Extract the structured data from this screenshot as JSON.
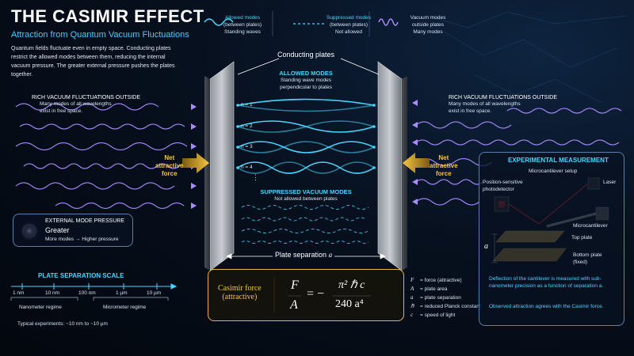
{
  "title": "THE CASIMIR EFFECT",
  "subtitle": "Attraction from Quantum Vacuum Fluctuations",
  "intro": "Quantum fields fluctuate even in empty space. Conducting plates restrict the allowed modes between them, reducing the internal vacuum pressure. The greater external pressure pushes the plates together.",
  "legend": {
    "allowed": {
      "label": "Allowed modes",
      "sub1": "(between plates)",
      "sub2": "Standing waves"
    },
    "suppressed": {
      "label": "Suppressed modes",
      "sub1": "(between plates)",
      "sub2": "Not allowed"
    },
    "vacuum": {
      "label": "Vacuum modes",
      "sub1": "outside plates",
      "sub2": "Many modes"
    }
  },
  "plates_label": "Conducting plates",
  "allowed_modes": {
    "title": "ALLOWED MODES",
    "desc1": "Standing wave modes",
    "desc2": "perpendicular to plates",
    "modes": [
      "n = 1",
      "n = 2",
      "n = 3",
      "n = 4",
      "⋮"
    ]
  },
  "suppressed_modes": {
    "title": "SUPPRESSED VACUUM MODES",
    "desc": "Not allowed between plates"
  },
  "left_outside": {
    "title": "RICH VACUUM FLUCTUATIONS OUTSIDE",
    "desc1": "Many modes of all wavelengths",
    "desc2": "exist in free space."
  },
  "right_outside": {
    "title": "RICH VACUUM FLUCTUATIONS OUTSIDE",
    "desc1": "Many modes of all wavelengths",
    "desc2": "exist in free space."
  },
  "net_force": {
    "line1": "Net",
    "line2": "attractive",
    "line3": "force"
  },
  "pressure": {
    "title": "EXTERNAL MODE PRESSURE",
    "value": "Greater",
    "desc": "More modes → Higher pressure"
  },
  "separation": {
    "label": "Plate separation",
    "symbol": "a"
  },
  "scale": {
    "title": "PLATE SEPARATION SCALE",
    "ticks": [
      "1 nm",
      "10 nm",
      "100 nm",
      "1 µm",
      "10 µm"
    ],
    "regime1": "Nanometer regime",
    "regime2": "Micrometer regime",
    "typical": "Typical experiments: ~10 nm to ~10 µm"
  },
  "formula": {
    "label1": "Casimir force",
    "label2": "(attractive)",
    "lhs_num": "F",
    "lhs_den": "A",
    "eq": "= −",
    "rhs_num": "π² ℏ c",
    "rhs_den": "240 a⁴"
  },
  "symbols": [
    {
      "sym": "F",
      "desc": "= force (attractive)"
    },
    {
      "sym": "A",
      "desc": "= plate area"
    },
    {
      "sym": "a",
      "desc": "= plate separation"
    },
    {
      "sym": "ℏ",
      "desc": "= reduced Planck constant"
    },
    {
      "sym": "c",
      "desc": "= speed of light"
    }
  ],
  "experiment": {
    "title": "EXPERIMENTAL MEASUREMENT",
    "setup": "Microcantilever setup",
    "photodetector1": "Position-sensitive",
    "photodetector2": "photodetector",
    "laser": "Laser",
    "cantilever": "Microcantilever",
    "top_plate": "Top plate",
    "bottom_plate1": "Bottom plate",
    "bottom_plate2": "(fixed)",
    "gap": "a",
    "note1": "Deflection of the cantilever is measured with sub-nanometer precision as a function of separation a.",
    "note2": "Observed attraction agrees with the Casimir force."
  },
  "colors": {
    "accent": "#48d6ff",
    "vacuum": "#9a7cff",
    "force": "#f5c542",
    "background": "#050a14"
  }
}
